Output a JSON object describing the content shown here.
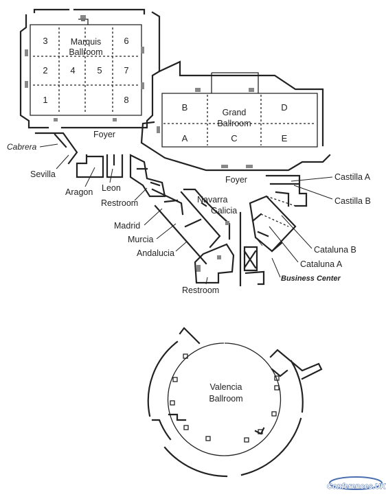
{
  "marquis": {
    "title_line1": "Marquis",
    "title_line2": "Ballroom",
    "sections": [
      "3",
      "6",
      "2",
      "4",
      "5",
      "7",
      "1",
      "8"
    ],
    "foyer": "Foyer"
  },
  "grand": {
    "title_line1": "Grand",
    "title_line2": "Ballroom",
    "sections": [
      "B",
      "D",
      "A",
      "C",
      "E"
    ],
    "foyer": "Foyer"
  },
  "rooms": {
    "cabrera": "Cabrera",
    "sevilla": "Sevilla",
    "aragon": "Aragon",
    "leon": "Leon",
    "restroom_1": "Restroom",
    "navarra": "Navarra",
    "galicia": "Galicia",
    "madrid": "Madrid",
    "murcia": "Murcia",
    "andalucia": "Andalucia",
    "restroom_2": "Restroom",
    "castilla_a": "Castilla A",
    "castilla_b": "Castilla B",
    "cataluna_b": "Cataluna B",
    "cataluna_a": "Cataluna A",
    "business_center": "Business Center"
  },
  "valencia": {
    "title_line1": "Valencia",
    "title_line2": "Ballroom"
  },
  "watermark": {
    "text": "Conferences.UK",
    "color": "#4a6fb0"
  }
}
